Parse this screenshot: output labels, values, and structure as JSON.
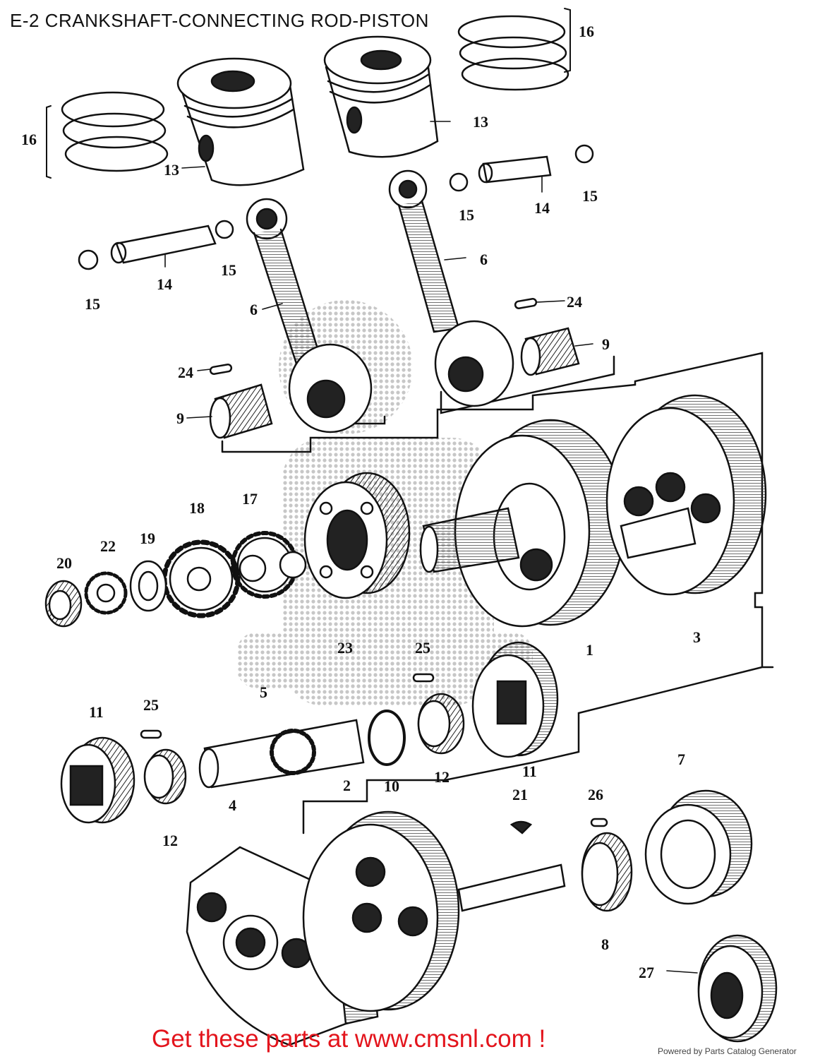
{
  "title": "E-2 CRANKSHAFT-CONNECTING ROD-PISTON",
  "footer": {
    "cta": "Get these parts at www.cmsnl.com !",
    "powered_by": "Powered by Parts Catalog Generator"
  },
  "callouts": [
    {
      "id": "c16a",
      "label": "16"
    },
    {
      "id": "c16b",
      "label": "16"
    },
    {
      "id": "c13a",
      "label": "13"
    },
    {
      "id": "c13b",
      "label": "13"
    },
    {
      "id": "c14a",
      "label": "14"
    },
    {
      "id": "c14b",
      "label": "14"
    },
    {
      "id": "c15a",
      "label": "15"
    },
    {
      "id": "c15b",
      "label": "15"
    },
    {
      "id": "c15c",
      "label": "15"
    },
    {
      "id": "c15d",
      "label": "15"
    },
    {
      "id": "c6a",
      "label": "6"
    },
    {
      "id": "c6b",
      "label": "6"
    },
    {
      "id": "c24a",
      "label": "24"
    },
    {
      "id": "c24b",
      "label": "24"
    },
    {
      "id": "c9a",
      "label": "9"
    },
    {
      "id": "c9b",
      "label": "9"
    },
    {
      "id": "c18",
      "label": "18"
    },
    {
      "id": "c17",
      "label": "17"
    },
    {
      "id": "c22",
      "label": "22"
    },
    {
      "id": "c19",
      "label": "19"
    },
    {
      "id": "c20",
      "label": "20"
    },
    {
      "id": "c23",
      "label": "23"
    },
    {
      "id": "c1",
      "label": "1"
    },
    {
      "id": "c3",
      "label": "3"
    },
    {
      "id": "c25a",
      "label": "25"
    },
    {
      "id": "c25b",
      "label": "25"
    },
    {
      "id": "c11a",
      "label": "11"
    },
    {
      "id": "c11b",
      "label": "11"
    },
    {
      "id": "c5",
      "label": "5"
    },
    {
      "id": "c10",
      "label": "10"
    },
    {
      "id": "c12a",
      "label": "12"
    },
    {
      "id": "c12b",
      "label": "12"
    },
    {
      "id": "c2",
      "label": "2"
    },
    {
      "id": "c4",
      "label": "4"
    },
    {
      "id": "c21",
      "label": "21"
    },
    {
      "id": "c26",
      "label": "26"
    },
    {
      "id": "c7",
      "label": "7"
    },
    {
      "id": "c8",
      "label": "8"
    },
    {
      "id": "c27",
      "label": "27"
    }
  ]
}
